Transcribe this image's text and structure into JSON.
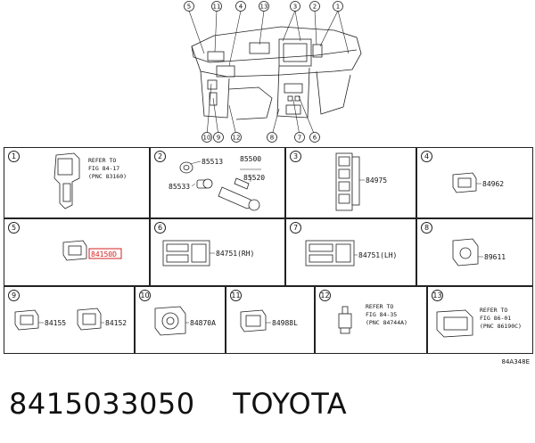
{
  "overview": {
    "callouts": [
      "5",
      "11",
      "4",
      "13",
      "3",
      "2",
      "1",
      "10",
      "9",
      "12",
      "8",
      "7",
      "6"
    ]
  },
  "cells": [
    {
      "num": "1",
      "labels": [
        "REFER TO",
        "FIG 84-17",
        "(PNC 83160)"
      ]
    },
    {
      "num": "2",
      "labels": [
        "85513",
        "85500",
        "85533",
        "85520"
      ]
    },
    {
      "num": "3",
      "labels": [
        "84975"
      ]
    },
    {
      "num": "4",
      "labels": [
        "84962"
      ]
    },
    {
      "num": "5",
      "labels": [
        "84150D"
      ]
    },
    {
      "num": "6",
      "labels": [
        "84751(RH)"
      ]
    },
    {
      "num": "7",
      "labels": [
        "84751(LH)"
      ]
    },
    {
      "num": "8",
      "labels": [
        "89611"
      ]
    },
    {
      "num": "9",
      "labels": [
        "84155",
        "84152"
      ]
    },
    {
      "num": "10",
      "labels": [
        "84870A"
      ]
    },
    {
      "num": "11",
      "labels": [
        "84988L"
      ]
    },
    {
      "num": "12",
      "labels": [
        "REFER TO",
        "FIG 84-35",
        "(PNC 84744A)"
      ]
    },
    {
      "num": "13",
      "labels": [
        "REFER TO",
        "FIG 86-01",
        "(PNC 86190C)"
      ]
    }
  ],
  "figure_code": "84A348E",
  "caption": {
    "part_number": "8415033050",
    "brand": "TOYOTA"
  },
  "colors": {
    "highlight": "#d42020",
    "line": "#222222"
  }
}
